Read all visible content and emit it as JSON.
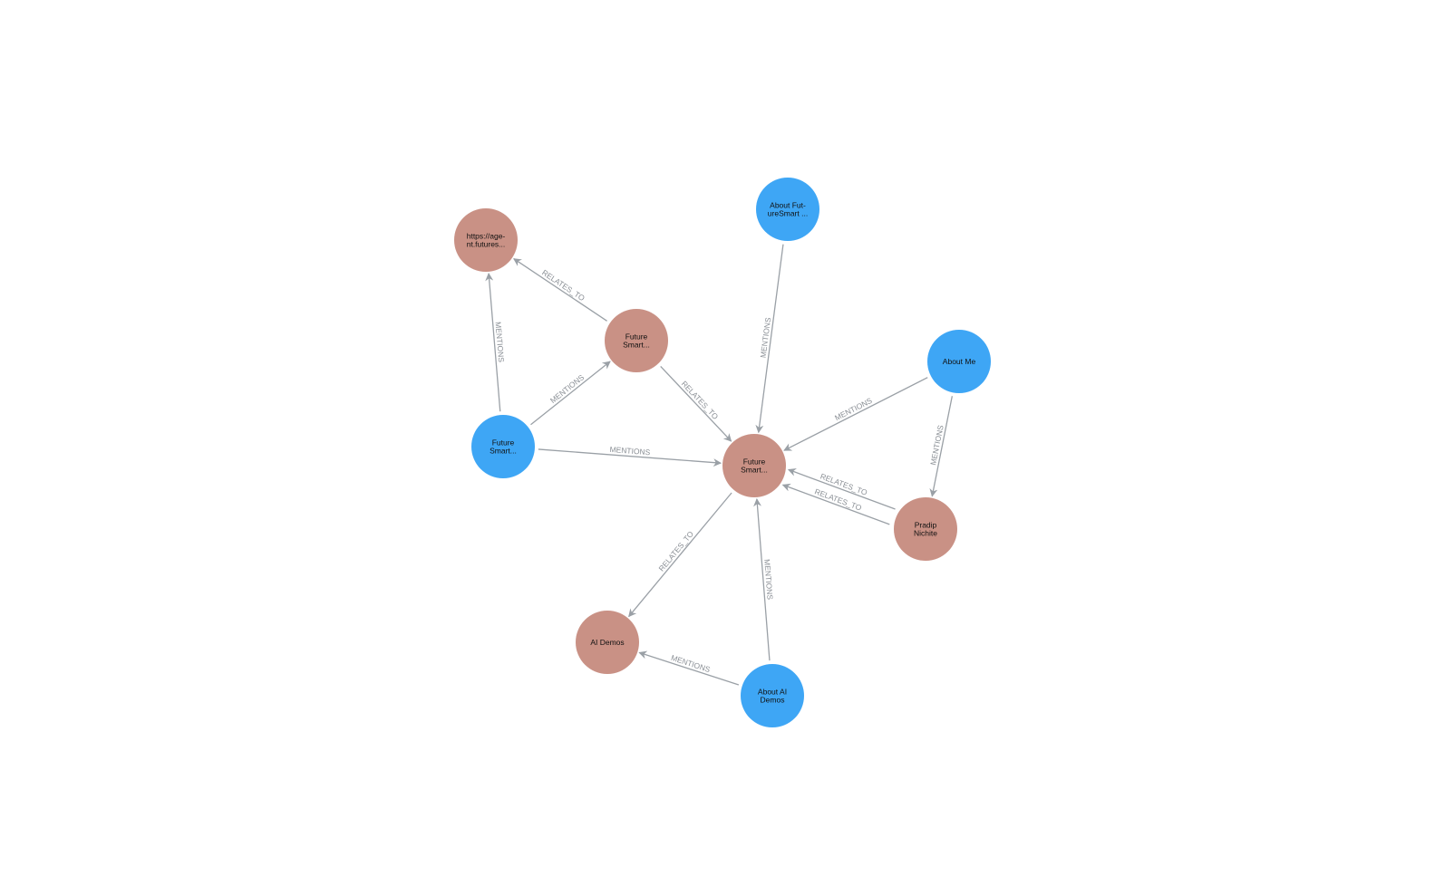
{
  "colors": {
    "document_node": "#3ea6f5",
    "entity_node": "#c99185",
    "edge": "#9aa0a6",
    "edge_label": "#8a8f95",
    "background": "#ffffff"
  },
  "graph": {
    "nodes": [
      {
        "id": "n_url",
        "type": "entity",
        "label_lines": [
          "https://age-",
          "nt.futures..."
        ]
      },
      {
        "id": "n_fs_mid",
        "type": "entity",
        "label_lines": [
          "Future",
          "Smart..."
        ]
      },
      {
        "id": "n_about_fs",
        "type": "document",
        "label_lines": [
          "About Fut-",
          "ureSmart ..."
        ]
      },
      {
        "id": "n_about_me",
        "type": "document",
        "label_lines": [
          "About Me"
        ]
      },
      {
        "id": "n_fs_doc",
        "type": "document",
        "label_lines": [
          "Future",
          "Smart..."
        ]
      },
      {
        "id": "n_fs_center",
        "type": "entity",
        "label_lines": [
          "Future",
          "Smart..."
        ]
      },
      {
        "id": "n_pradip",
        "type": "entity",
        "label_lines": [
          "Pradip",
          "Nichite"
        ]
      },
      {
        "id": "n_ai_demos",
        "type": "entity",
        "label_lines": [
          "AI Demos"
        ]
      },
      {
        "id": "n_about_ai",
        "type": "document",
        "label_lines": [
          "About AI",
          "Demos"
        ]
      }
    ],
    "edges": [
      {
        "from": "n_fs_mid",
        "to": "n_url",
        "label": "RELATES_TO"
      },
      {
        "from": "n_fs_doc",
        "to": "n_url",
        "label": "MENTIONS"
      },
      {
        "from": "n_fs_doc",
        "to": "n_fs_mid",
        "label": "MENTIONS"
      },
      {
        "from": "n_fs_doc",
        "to": "n_fs_center",
        "label": "MENTIONS"
      },
      {
        "from": "n_fs_mid",
        "to": "n_fs_center",
        "label": "RELATES_TO"
      },
      {
        "from": "n_about_fs",
        "to": "n_fs_center",
        "label": "MENTIONS"
      },
      {
        "from": "n_about_me",
        "to": "n_fs_center",
        "label": "MENTIONS"
      },
      {
        "from": "n_about_me",
        "to": "n_pradip",
        "label": "MENTIONS"
      },
      {
        "from": "n_pradip",
        "to": "n_fs_center",
        "label": "RELATES_TO"
      },
      {
        "from": "n_pradip",
        "to": "n_fs_center",
        "label": "RELATES_TO"
      },
      {
        "from": "n_fs_center",
        "to": "n_ai_demos",
        "label": "RELATES_TO"
      },
      {
        "from": "n_about_ai",
        "to": "n_fs_center",
        "label": "MENTIONS"
      },
      {
        "from": "n_about_ai",
        "to": "n_ai_demos",
        "label": "MENTIONS"
      }
    ]
  }
}
